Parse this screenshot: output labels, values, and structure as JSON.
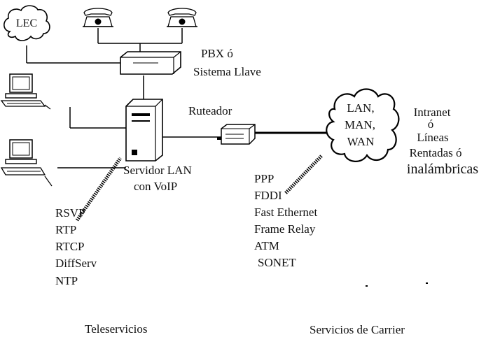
{
  "lec": "LEC",
  "pbx": {
    "line1": "PBX ó",
    "line2": "Sistema Llave"
  },
  "router": "Ruteador",
  "server": {
    "line1": "Servidor LAN",
    "line2": "con VoIP"
  },
  "cloud": {
    "line1": "LAN,",
    "line2": "MAN,",
    "line3": "WAN"
  },
  "intranet": {
    "line1": "Intranet",
    "line2": "ó",
    "line3": "Líneas",
    "line4": "Rentadas ó",
    "line5": "inalámbricas"
  },
  "carrier_protocols": [
    "PPP",
    "FDDI",
    "Fast Ethernet",
    "Frame Relay",
    "ATM",
    "SONET"
  ],
  "tele_protocols": [
    "RSVP",
    "RTP",
    "RTCP",
    "DiffServ",
    "NTP"
  ],
  "footer": {
    "left": "Teleservicios",
    "right": "Servicios de Carrier"
  },
  "icons": [
    "telephone-icon",
    "telephone-icon",
    "pbx-icon",
    "server-icon",
    "router-icon",
    "computer-icon",
    "computer-icon",
    "lec-cloud-icon",
    "network-cloud-icon"
  ]
}
